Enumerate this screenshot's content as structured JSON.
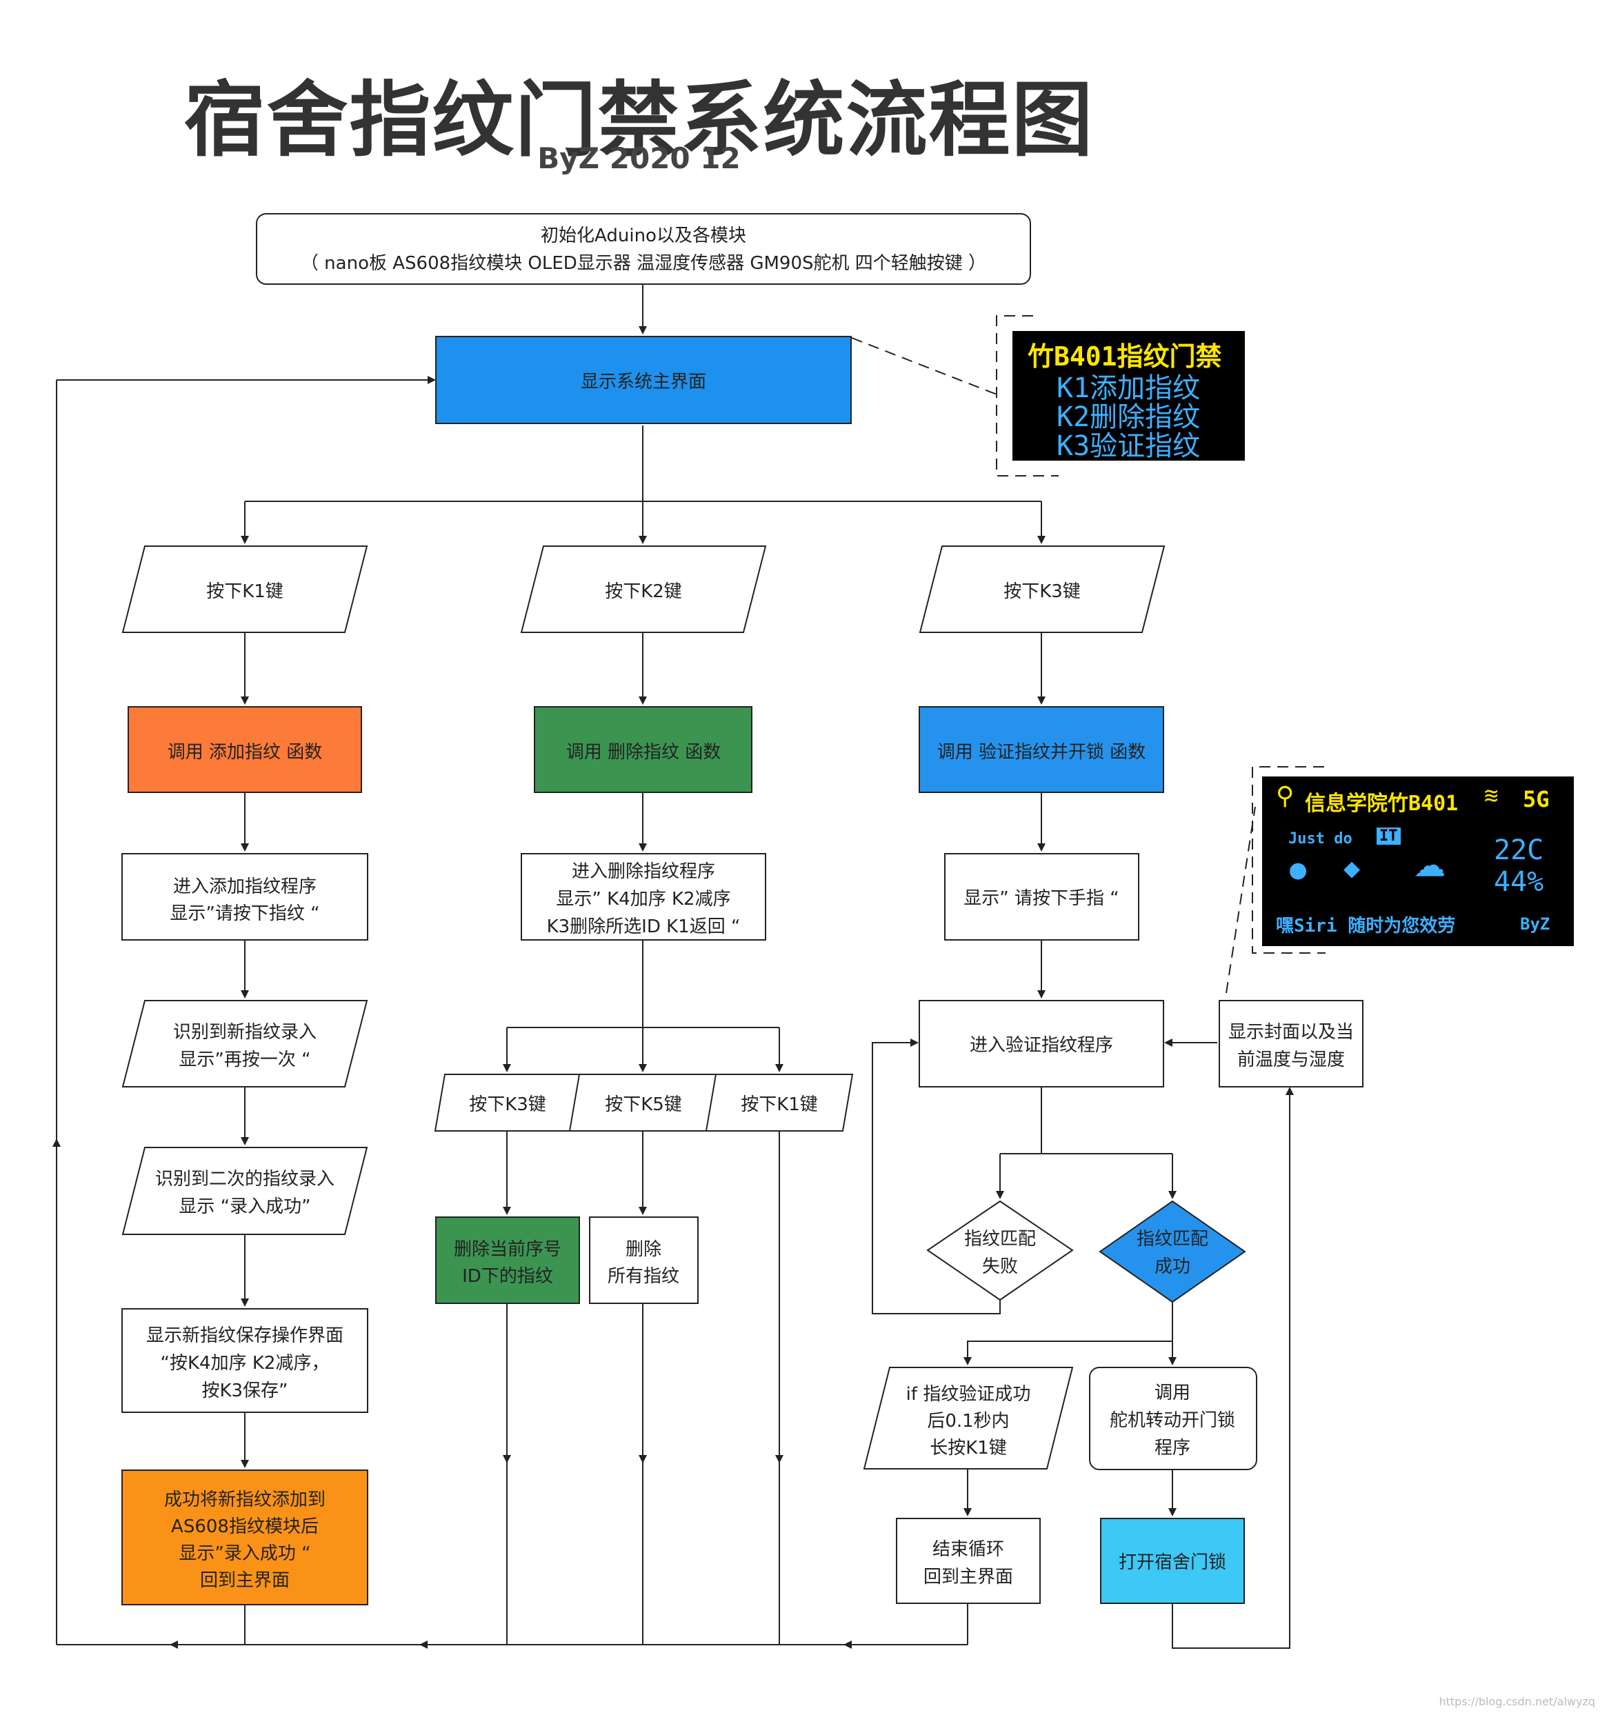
{
  "title": "宿舍指纹门禁系统流程图",
  "subtitle": "ByZ 2020 12",
  "nodes": {
    "init": [
      "初始化Aduino以及各模块",
      "（ nano板 AS608指纹模块 OLED显示器 温湿度传感器 GM90S舵机 四个轻触按键 ）"
    ],
    "main": [
      "显示系统主界面"
    ],
    "k1": [
      "按下K1键"
    ],
    "k2": [
      "按下K2键"
    ],
    "k3": [
      "按下K3键"
    ],
    "add_fn": [
      "调用 添加指纹 函数"
    ],
    "del_fn": [
      "调用 删除指纹 函数"
    ],
    "ver_fn": [
      "调用 验证指纹并开锁 函数"
    ],
    "add_prog": [
      "进入添加指纹程序",
      "显示”请按下指纹 “"
    ],
    "del_prog": [
      "进入删除指纹程序",
      "显示” K4加序 K2减序",
      "K3删除所选ID  K1返回 “"
    ],
    "press_finger": [
      "显示”  请按下手指 “"
    ],
    "detect1": [
      "识别到新指纹录入",
      "显示”再按一次 “"
    ],
    "detect2": [
      "识别到二次的指纹录入",
      "显示 “录入成功”"
    ],
    "save_ui": [
      "显示新指纹保存操作界面",
      "“按K4加序 K2减序，",
      "按K3保存”"
    ],
    "add_ok": [
      "成功将新指纹添加到",
      "AS608指纹模块后",
      "显示”录入成功 “",
      "回到主界面"
    ],
    "d_k3": [
      "按下K3键"
    ],
    "d_k5": [
      "按下K5键"
    ],
    "d_k1": [
      "按下K1键"
    ],
    "del_cur": [
      "删除当前序号",
      "ID下的指纹"
    ],
    "del_all": [
      "删除",
      "所有指纹"
    ],
    "verify": [
      "进入验证指纹程序"
    ],
    "cover": [
      "显示封面以及当",
      "前温度与湿度"
    ],
    "fail": [
      "指纹匹配",
      "失败"
    ],
    "ok": [
      "指纹匹配",
      "成功"
    ],
    "if_k1": [
      "if 指纹验证成功",
      "后0.1秒内",
      "长按K1键"
    ],
    "servo": [
      "调用",
      "舵机转动开门锁",
      "程序"
    ],
    "end_loop": [
      "结束循环",
      "回到主界面"
    ],
    "open": [
      "打开宿舍门锁"
    ]
  },
  "oled_menu": {
    "header": "竹B401指纹门禁",
    "lines": [
      "K1添加指纹",
      "K2删除指纹",
      "K3验证指纹"
    ]
  },
  "oled_cover": {
    "location": "信息学院竹B401",
    "signal": "5G",
    "motto_a": "Just do",
    "motto_b": "IT",
    "temperature": "22C",
    "humidity": "44%",
    "siri": "嘿Siri  随时为您效劳",
    "sign": "ByZ"
  },
  "watermark": "https://blog.csdn.net/alwyzq"
}
